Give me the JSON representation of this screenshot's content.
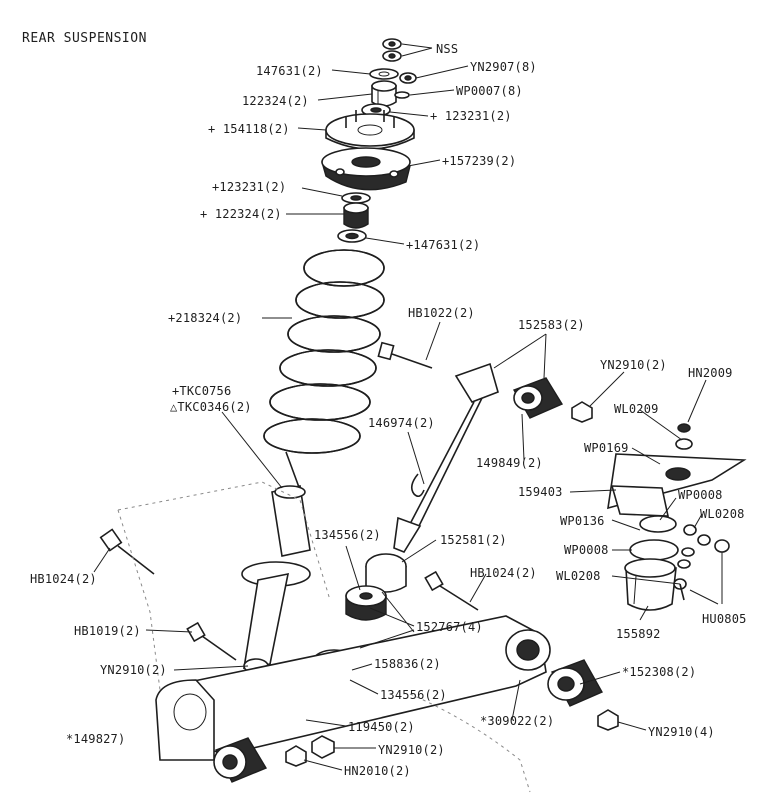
{
  "title": "REAR SUSPENSION",
  "labels": {
    "nss": "NSS",
    "p147631_top": "147631(2)",
    "yn2907": "YN2907(8)",
    "p122324_top": "122324(2)",
    "wp0007": "WP0007(8)",
    "p123231_top": "+ 123231(2)",
    "p154118": "+ 154118(2)",
    "p157239": "+157239(2)",
    "p123231_mid": "+123231(2)",
    "p122324_mid": "+ 122324(2)",
    "p147631_mid": "+147631(2)",
    "p218324": "+218324(2)",
    "hb1022": "HB1022(2)",
    "p152583": "152583(2)",
    "yn2910_top": "YN2910(2)",
    "hn2009": "HN2009",
    "tkc0756": "+TKC0756",
    "tkc0346": "△TKC0346(2)",
    "wl0209": "WL0209",
    "p146974": "146974(2)",
    "wp0169": "WP0169",
    "p149849": "149849(2)",
    "p159403": "159403",
    "wp0008_a": "WP0008",
    "wp0136": "WP0136",
    "wl0208_a": "WL0208",
    "p134556_a": "134556(2)",
    "p152581": "152581(2)",
    "wp0008_b": "WP0008",
    "hb1024_left": "HB1024(2)",
    "hb1024_mid": "HB1024(2)",
    "wl0208_b": "WL0208",
    "p155892": "155892",
    "hu0805": "HU0805",
    "hb1019": "HB1019(2)",
    "p152767": "152767(4)",
    "yn2910_left": "YN2910(2)",
    "p158836": "158836(2)",
    "p152308": "*152308(2)",
    "p134556_b": "134556(2)",
    "p309022": "*309022(2)",
    "p149827": "*149827)",
    "p119450": "119450(2)",
    "yn2910_right": "YN2910(4)",
    "yn2910_bottom": "YN2910(2)",
    "hn2010": "HN2010(2)"
  }
}
